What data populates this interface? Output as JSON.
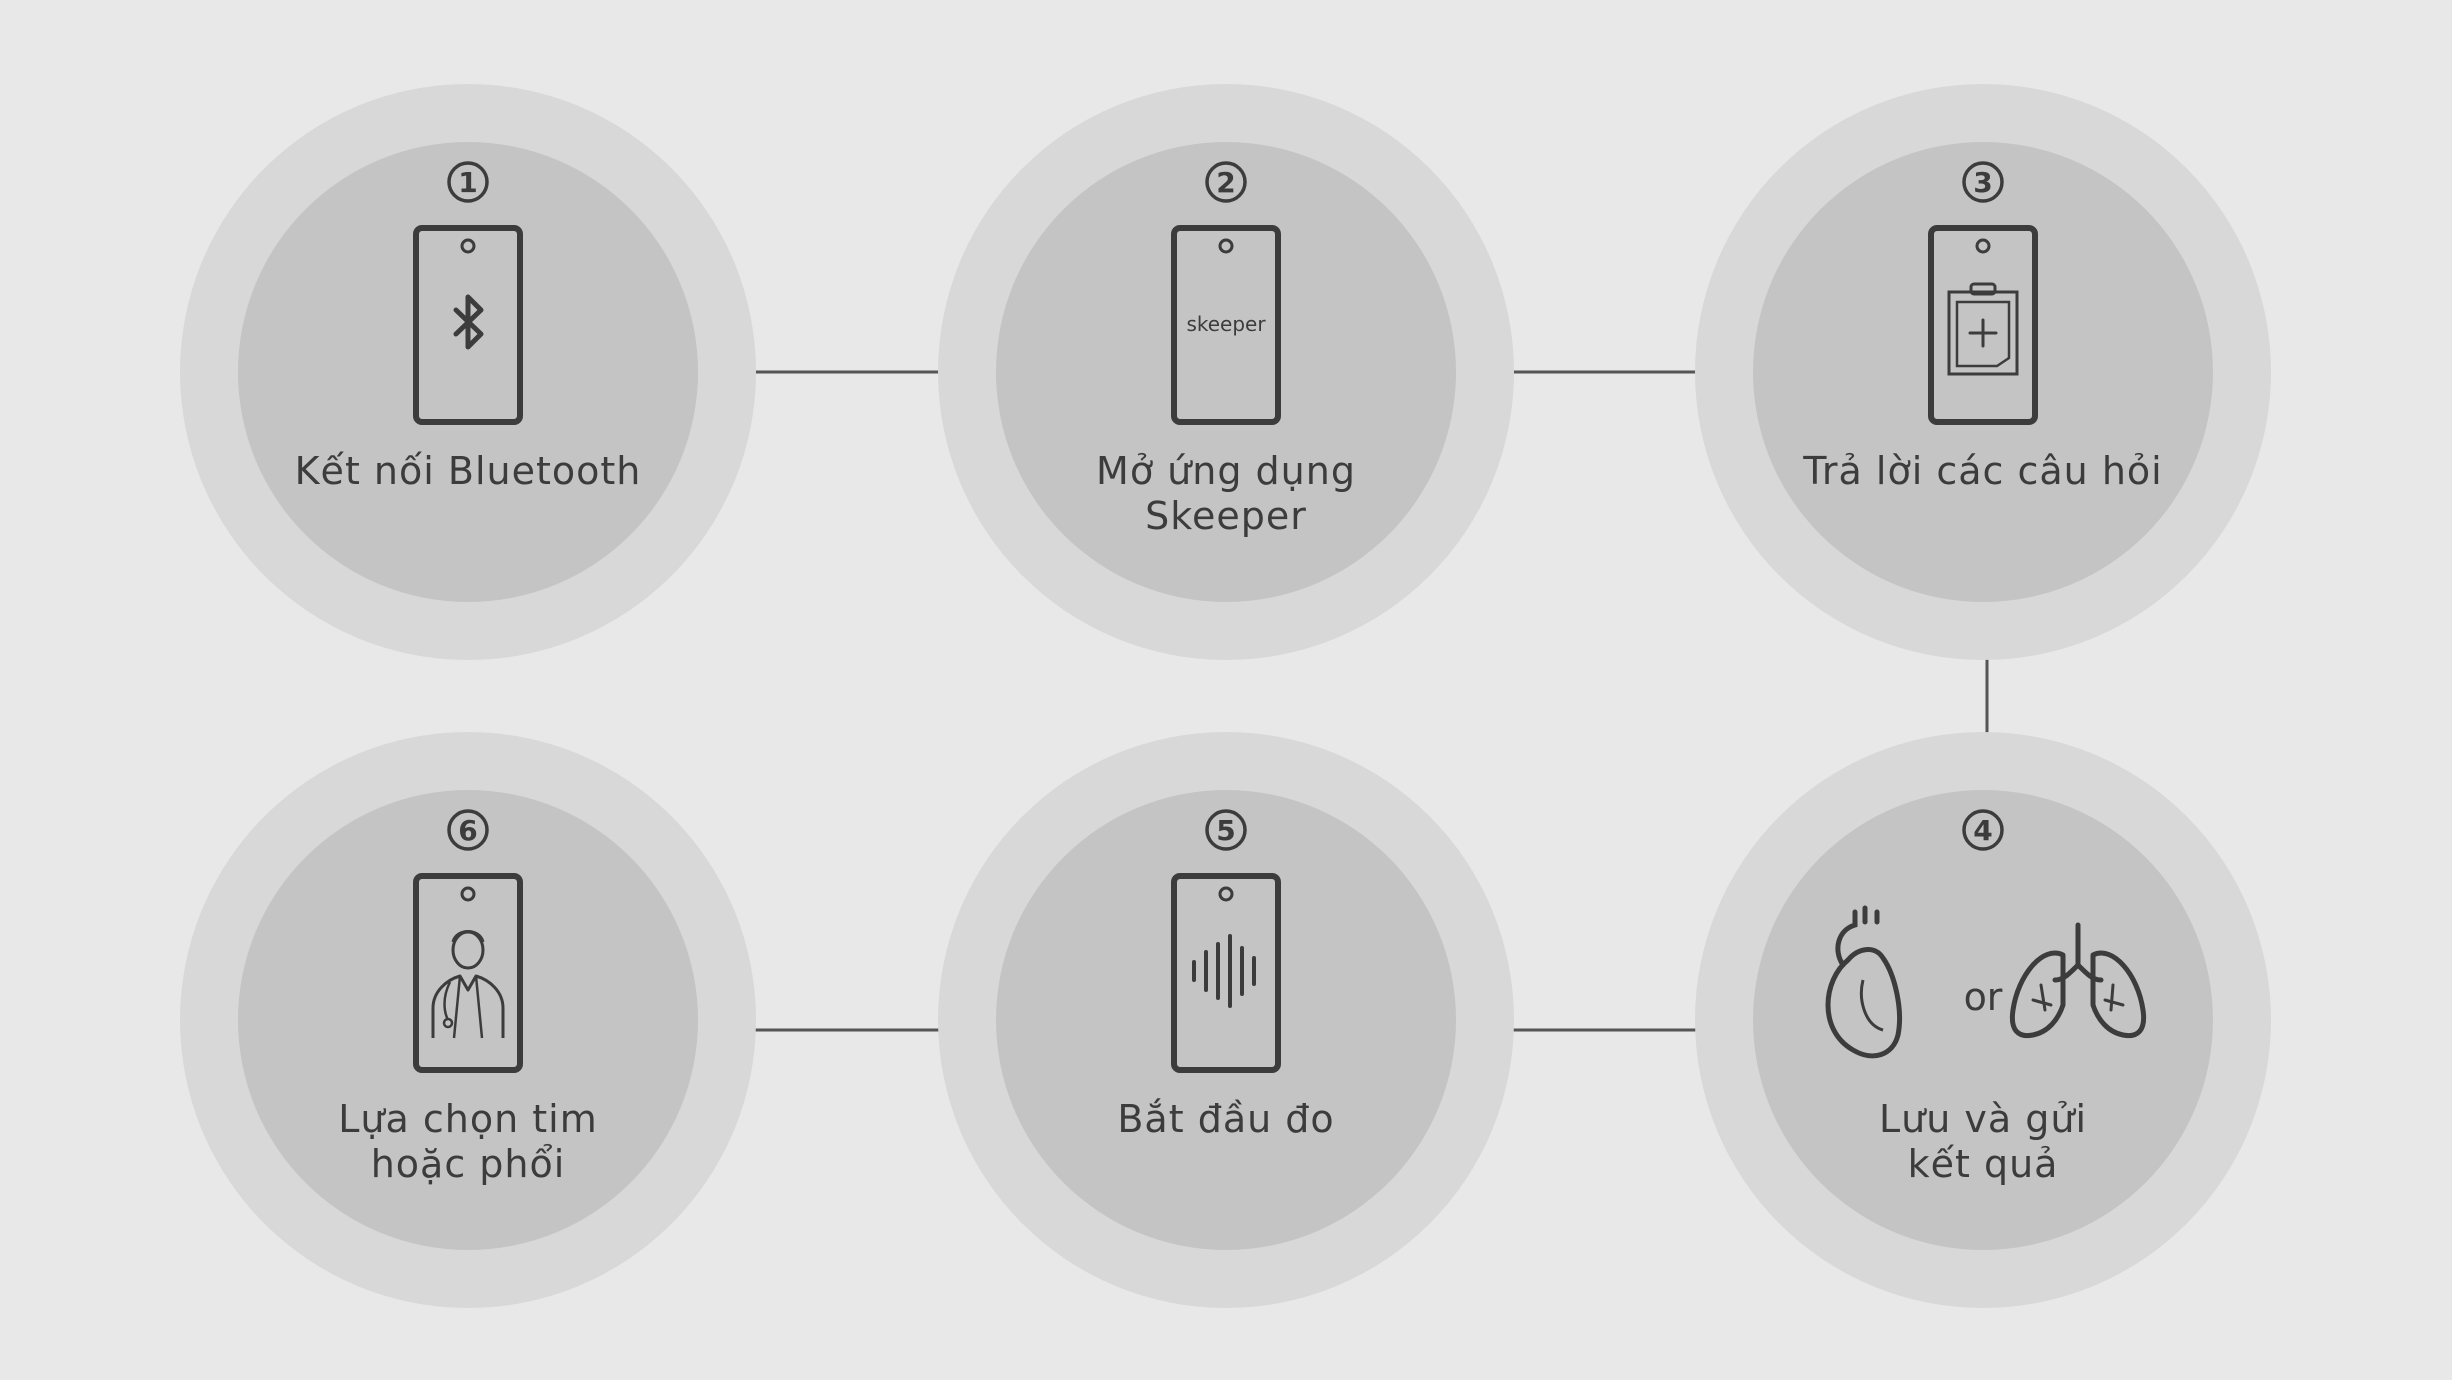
{
  "colors": {
    "background": "#e8e8e8",
    "outer_ring": "#d8d8d8",
    "inner_circle": "#c4c4c4",
    "ink": "#3c3c3c",
    "connector": "#555555"
  },
  "steps": [
    {
      "number": "1",
      "label_lines": [
        "Kết nối Bluetooth"
      ],
      "icon": "phone-bluetooth-icon"
    },
    {
      "number": "2",
      "label_lines": [
        "Mở ứng dụng",
        "Skeeper"
      ],
      "icon": "phone-skeeper-app-icon",
      "screen_text": "skeeper"
    },
    {
      "number": "3",
      "label_lines": [
        "Trả lời các câu hỏi"
      ],
      "icon": "phone-clipboard-icon"
    },
    {
      "number": "4",
      "label_lines": [
        "Lưu và gửi",
        "kết quả"
      ],
      "icon": "heart-or-lungs-icon",
      "connector_text": "or"
    },
    {
      "number": "5",
      "label_lines": [
        "Bắt đầu đo"
      ],
      "icon": "phone-soundwave-icon"
    },
    {
      "number": "6",
      "label_lines": [
        "Lựa chọn tim",
        "hoặc phổi"
      ],
      "icon": "phone-doctor-icon"
    }
  ],
  "connectors": [
    {
      "from": "1",
      "to": "2",
      "direction": "right"
    },
    {
      "from": "2",
      "to": "3",
      "direction": "right"
    },
    {
      "from": "3",
      "to": "4",
      "direction": "down"
    },
    {
      "from": "4",
      "to": "5",
      "direction": "left"
    },
    {
      "from": "5",
      "to": "6",
      "direction": "left"
    }
  ]
}
